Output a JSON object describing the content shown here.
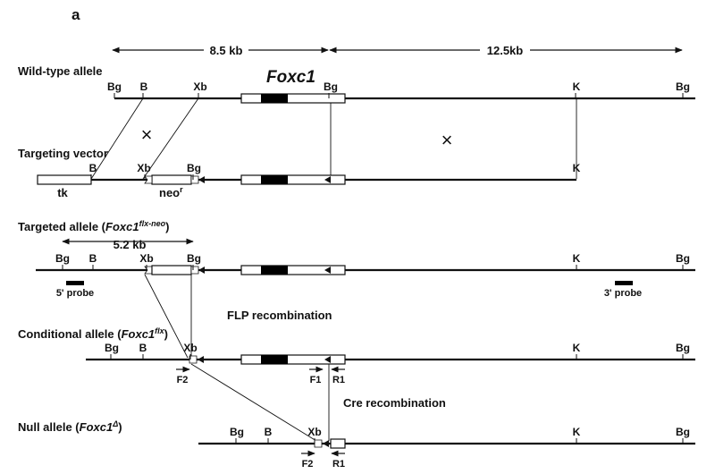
{
  "panel_label": "a",
  "dimensions": {
    "left": "8.5 kb",
    "right": "12.5kb",
    "targeted": "5.2 kb"
  },
  "gene_name": "Foxc1",
  "rows": {
    "wild_type": {
      "label": "Wild-type allele"
    },
    "targeting": {
      "label": "Targeting vector",
      "tk": "tk",
      "neo": "neo",
      "neo_sup": "r"
    },
    "targeted": {
      "label_pre": "Targeted allele (",
      "label_gene": "Foxc1",
      "label_sup": "flx-neo",
      "label_post": ")"
    },
    "conditional": {
      "label_pre": "Conditional allele (",
      "label_gene": "Foxc1",
      "label_sup": "flx",
      "label_post": ")"
    },
    "null": {
      "label_pre": "Null allele (",
      "label_gene": "Foxc1",
      "label_sup": "Δ",
      "label_post": ")"
    }
  },
  "sites": {
    "bg": "Bg",
    "b": "B",
    "xb": "Xb",
    "k": "K"
  },
  "probes": {
    "five": "5' probe",
    "three": "3' probe"
  },
  "primers": {
    "f1": "F1",
    "f2": "F2",
    "r1": "R1"
  },
  "steps": {
    "flp": "FLP recombination",
    "cre": "Cre recombination"
  },
  "crossover_symbol": "×",
  "colors": {
    "line": "#111111",
    "exon_fill": "#ffffff",
    "exon_core": "#000000"
  }
}
